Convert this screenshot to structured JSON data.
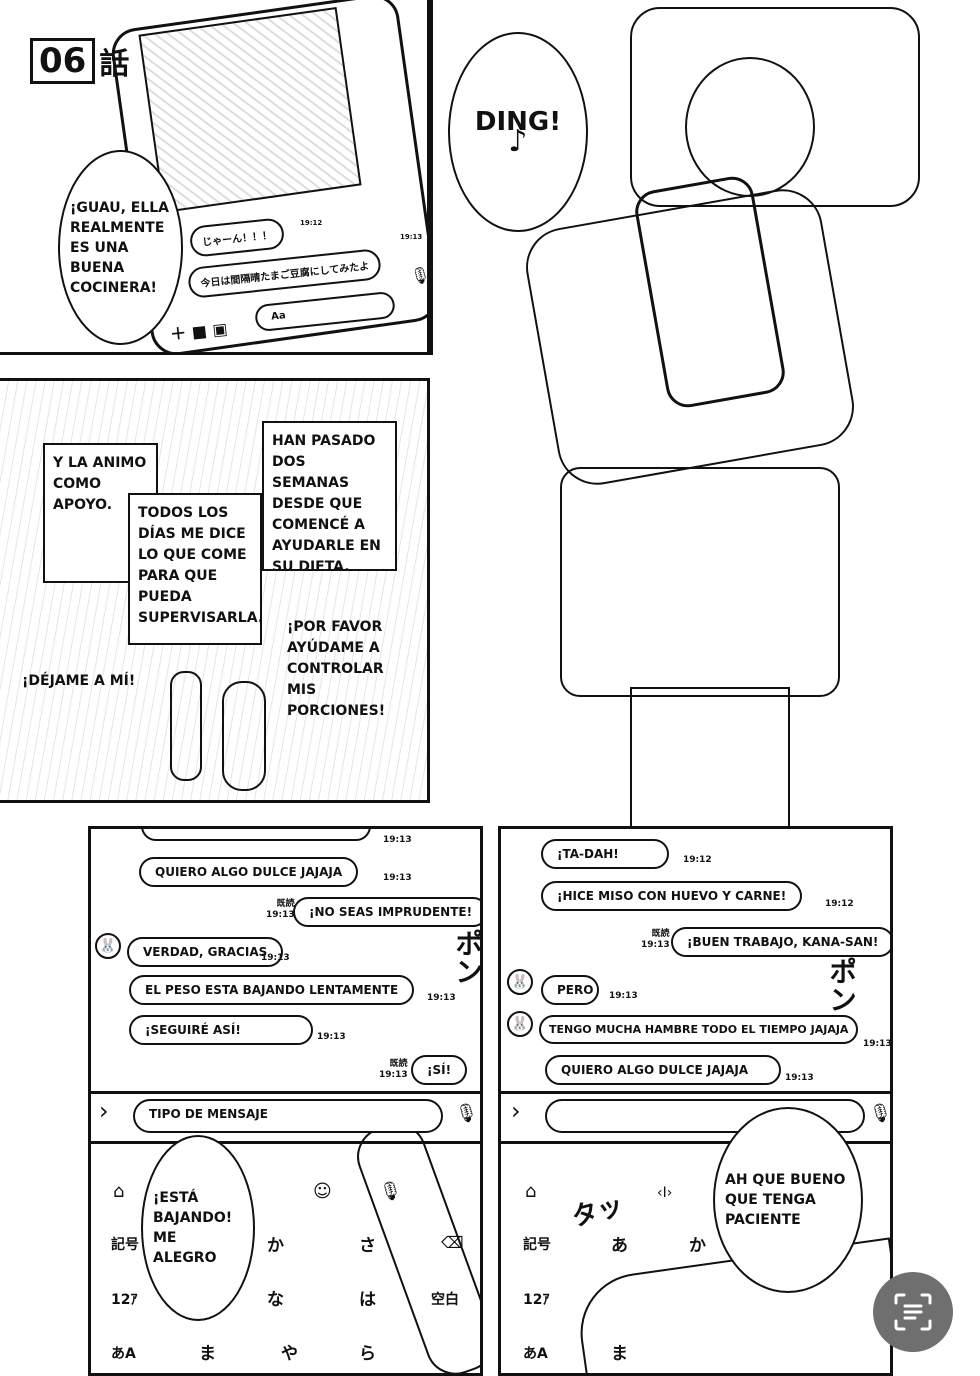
{
  "chapter": {
    "number": "06",
    "kanji": "話"
  },
  "panel1": {
    "narration": "¡GUAU, ELLA REALMENTE ES UNA BUENA COCINERA!",
    "phone_messages": [
      {
        "text": "じゃーん！！！",
        "time": "19:12"
      },
      {
        "text": "今日は間隔晴たまご豆腐にしてみたよ",
        "time": "19:13"
      }
    ],
    "input_placeholder": "Aa"
  },
  "panel2": {
    "sfx_text": "DING!",
    "sfx_icon": "music-note-icon"
  },
  "panel3": {
    "box1": "Y LA ANIMO COMO APOYO.",
    "box2": "TODOS LOS DÍAS ME DICE LO QUE COME PARA QUE PUEDA SUPERVISARLA.",
    "box3": "HAN PASADO DOS SEMANAS DESDE QUE COMENCÉ A AYUDARLE EN SU DIETA.",
    "left_quote": "¡DÉJAME A MÍ!",
    "right_quote": "¡POR FAVOR AYÚDAME A CONTROLAR MIS PORCIONES!"
  },
  "panel4": {
    "messages": [
      {
        "side": "left",
        "text": "QUIERO ALGO DULCE JAJAJA",
        "time": "19:13"
      },
      {
        "side": "right",
        "text": "¡NO SEAS IMPRUDENTE!",
        "read": "既読",
        "time": "19:13"
      },
      {
        "side": "left",
        "text": "VERDAD, GRACIAS",
        "time": "19:13",
        "avatar": true
      },
      {
        "side": "left",
        "text": "EL PESO ESTA BAJANDO LENTAMENTE",
        "time": "19:13"
      },
      {
        "side": "left",
        "text": "¡SEGUIRÉ ASÍ!",
        "time": "19:13"
      },
      {
        "side": "right",
        "text": "¡SÍ!",
        "read": "既読",
        "time": "19:13"
      }
    ],
    "input_placeholder": "TIPO DE MENSAJE",
    "sfx": "ポン",
    "bubble": "¡ESTÁ BAJANDO! ME ALEGRO",
    "keys": [
      "記号",
      "か",
      "さ",
      "12ｱ",
      "な",
      "は",
      "空白",
      "あA",
      "ま",
      "や",
      "ら"
    ]
  },
  "panel5": {
    "messages": [
      {
        "side": "left",
        "text": "¡TA-DAH!",
        "time": "19:12"
      },
      {
        "side": "left",
        "text": "¡HICE MISO CON HUEVO Y CARNE!",
        "time": "19:12"
      },
      {
        "side": "right",
        "text": "¡BUEN TRABAJO, KANA-SAN!",
        "read": "既読",
        "time": "19:13"
      },
      {
        "side": "left",
        "text": "PERO",
        "time": "19:13",
        "avatar": true
      },
      {
        "side": "left",
        "text": "TENGO MUCHA HAMBRE TODO EL TIEMPO JAJAJA",
        "time": "19:13",
        "avatar": true
      },
      {
        "side": "left",
        "text": "QUIERO ALGO DULCE JAJAJA",
        "time": "19:13"
      }
    ],
    "sfx": "ポン",
    "sfx2": "タッ",
    "bubble": "AH QUE BUENO QUE TENGA PACIENTE",
    "keys": [
      "記号",
      "あ",
      "か",
      "12ｱ",
      "あA",
      "ま"
    ]
  },
  "overlay": {
    "lens_button_icon": "text-scan-icon",
    "color": "#6f6f6f"
  }
}
